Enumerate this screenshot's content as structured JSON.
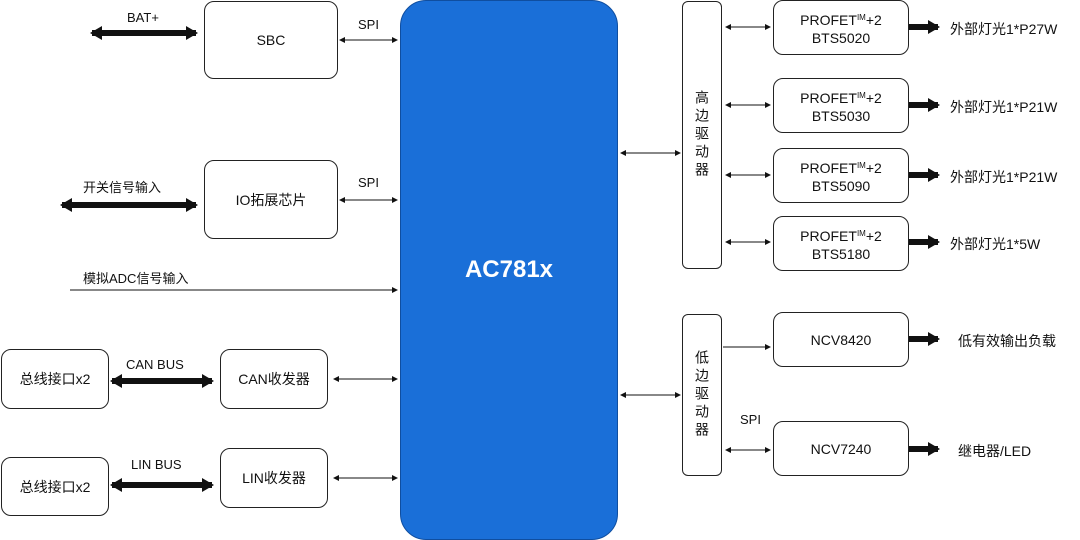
{
  "mcu": {
    "label": "AC781x"
  },
  "left": {
    "sbc": {
      "label": "SBC",
      "bus": "SPI",
      "input": "BAT+"
    },
    "io": {
      "label": "IO拓展芯片",
      "bus": "SPI",
      "input": "开关信号输入"
    },
    "adc": {
      "label": "模拟ADC信号输入"
    },
    "can": {
      "transceiver": "CAN收发器",
      "bus": "CAN BUS",
      "interface": "总线接口x2"
    },
    "lin": {
      "transceiver": "LIN收发器",
      "bus": "LIN BUS",
      "interface": "总线接口x2"
    }
  },
  "right": {
    "high_side": {
      "label": "高边驱动器"
    },
    "low_side": {
      "label": "低边驱动器",
      "bus": "SPI"
    },
    "profet_prefix": "PROFET",
    "profet_sup": "IM",
    "profet_suffix": "+2",
    "profet": [
      {
        "part": "BTS5020",
        "output": "外部灯光1*P27W"
      },
      {
        "part": "BTS5030",
        "output": "外部灯光1*P21W"
      },
      {
        "part": "BTS5090",
        "output": "外部灯光1*P21W"
      },
      {
        "part": "BTS5180",
        "output": "外部灯光1*5W"
      }
    ],
    "ncv": [
      {
        "part": "NCV8420",
        "output": "低有效输出负载"
      },
      {
        "part": "NCV7240",
        "output": "继电器/LED"
      }
    ]
  }
}
